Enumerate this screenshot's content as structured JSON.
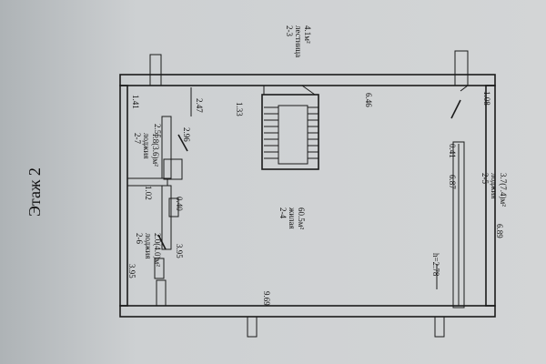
{
  "floor_label": "Этаж 2",
  "dims": {
    "d1": "1.41",
    "d2": "2.47",
    "d3": "1.33",
    "d4": "6.46",
    "d5": "1.08",
    "d6": "2.55",
    "d7": "2.96",
    "d8": "1.02",
    "d9": "0.40",
    "d10": "3.95",
    "d11": "3.95",
    "d12": "9.69",
    "d13": "h=2.78",
    "d14": "0.41",
    "d15": "6.87",
    "d16": "6.89"
  },
  "rooms": [
    {
      "id": "2-3",
      "name": "лестница",
      "area": "4.1м²"
    },
    {
      "id": "2-7",
      "name": "лоджия",
      "area": "1.8(3.6)м²"
    },
    {
      "id": "2-6",
      "name": "лоджия",
      "area": "2.0(4.0)м²"
    },
    {
      "id": "2-4",
      "name": "жилая",
      "area": "60.5м²"
    },
    {
      "id": "2-5",
      "name": "лоджия",
      "area": "3.7(7.4)м²"
    }
  ]
}
